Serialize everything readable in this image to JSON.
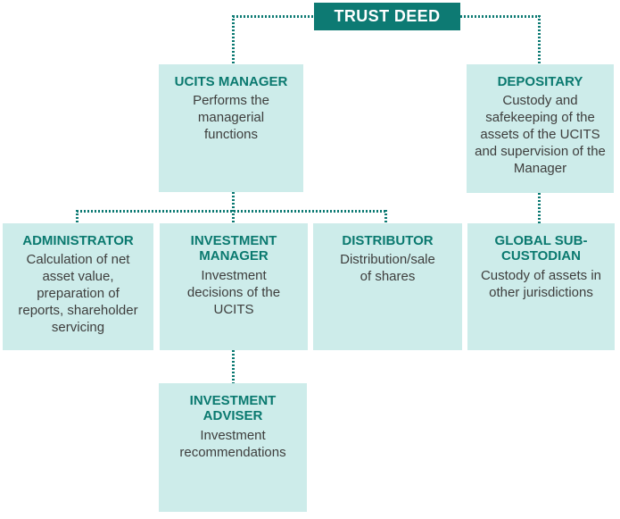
{
  "diagram": {
    "title_semantic": "UCITS unit trust structure chart",
    "root": {
      "title": "TRUST DEED"
    },
    "level2": [
      {
        "title": "UCITS MANAGER",
        "description": "Performs the managerial functions"
      },
      {
        "title": "DEPOSITARY",
        "description": "Custody and safekeeping of the assets of the UCITS and supervision of the Manager"
      }
    ],
    "level3": [
      {
        "title": "ADMINISTRATOR",
        "description": "Calculation of net asset value, preparation of reports, shareholder servicing"
      },
      {
        "title": "INVESTMENT MANAGER",
        "description": "Investment decisions of the UCITS"
      },
      {
        "title": "DISTRIBUTOR",
        "description": "Distribution/sale of shares"
      },
      {
        "title": "GLOBAL SUB-CUSTODIAN",
        "description": "Custody of assets in other jurisdictions"
      }
    ],
    "level4": [
      {
        "title": "INVESTMENT ADVISER",
        "description": "Investment recommendations"
      }
    ],
    "colors": {
      "node_fill": "#cdecea",
      "accent_teal": "#0d7a73",
      "heading_text": "#0a796f",
      "body_text": "#3e3e3d",
      "root_text": "#ffffff"
    }
  }
}
